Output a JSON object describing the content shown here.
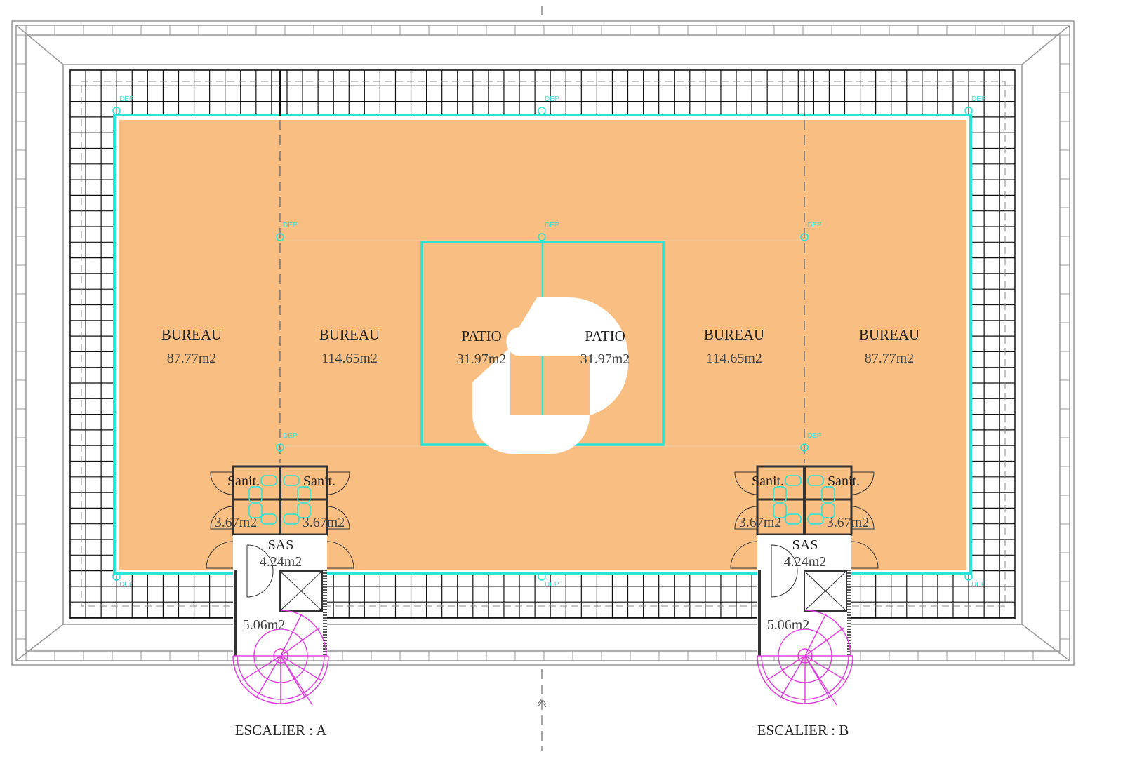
{
  "plan": {
    "rooms": [
      {
        "name": "BUREAU",
        "area": "87.77m2"
      },
      {
        "name": "BUREAU",
        "area": "114.65m2"
      },
      {
        "name": "PATIO",
        "area": "31.97m2"
      },
      {
        "name": "PATIO",
        "area": "31.97m2"
      },
      {
        "name": "BUREAU",
        "area": "114.65m2"
      },
      {
        "name": "BUREAU",
        "area": "87.77m2"
      }
    ],
    "core_a": {
      "sanit_label": "Sanit.",
      "sanit_area": "3.67m2",
      "sas_label": "SAS",
      "sas_area": "4.24m2",
      "stair_area": "5.06m2"
    },
    "core_b": {
      "sanit_label": "Sanit.",
      "sanit_area": "3.67m2",
      "sas_label": "SAS",
      "sas_area": "4.24m2",
      "stair_area": "5.06m2"
    },
    "stair_labels": [
      "ESCALIER : A",
      "ESCALIER : B"
    ],
    "dep_label": "DEP",
    "colors": {
      "office_fill": "#F9BE82",
      "outline": "#27E6D8",
      "stair": "#E040E0"
    }
  }
}
